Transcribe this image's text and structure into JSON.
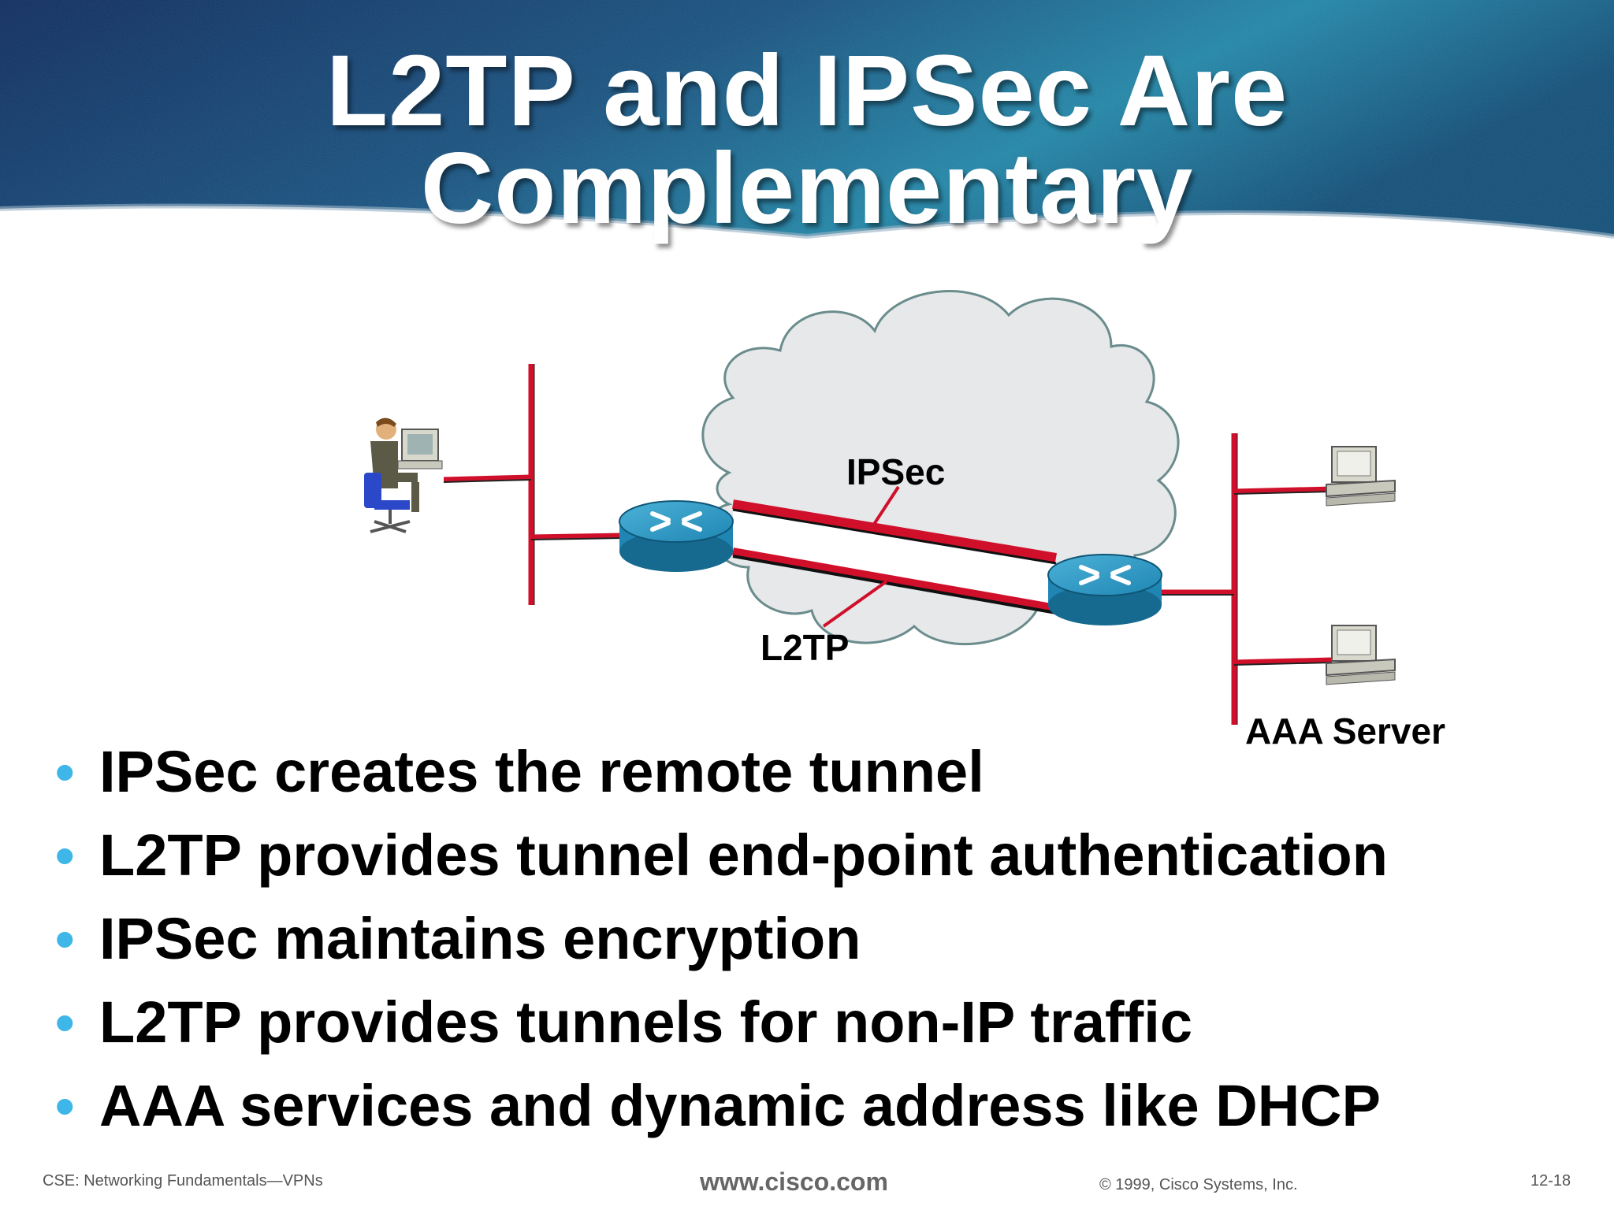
{
  "title": {
    "line1": "L2TP and IPSec Are",
    "line2": "Complementary"
  },
  "diagram": {
    "ipsec_label": "IPSec",
    "l2tp_label": "L2TP",
    "aaa_label": "AAA Server",
    "colors": {
      "link_red": "#d0102a",
      "router_blue": "#1f86b3",
      "cloud_fill": "#e6e8ea",
      "cloud_stroke": "#6b8c8c"
    },
    "icons": [
      "user-at-workstation-icon",
      "router-icon",
      "router-icon",
      "desktop-computer-icon",
      "desktop-computer-icon",
      "cloud-icon"
    ]
  },
  "bullets": [
    "IPSec creates the remote tunnel",
    "L2TP provides tunnel end-point authentication",
    "IPSec maintains encryption",
    "L2TP provides tunnels for non-IP traffic",
    "AAA services and dynamic address like DHCP"
  ],
  "bullet_color": "#3fb6e8",
  "footer": {
    "left": "CSE: Networking Fundamentals—VPNs",
    "center": "www.cisco.com",
    "copyright": "© 1999, Cisco Systems, Inc.",
    "page": "12-18"
  }
}
